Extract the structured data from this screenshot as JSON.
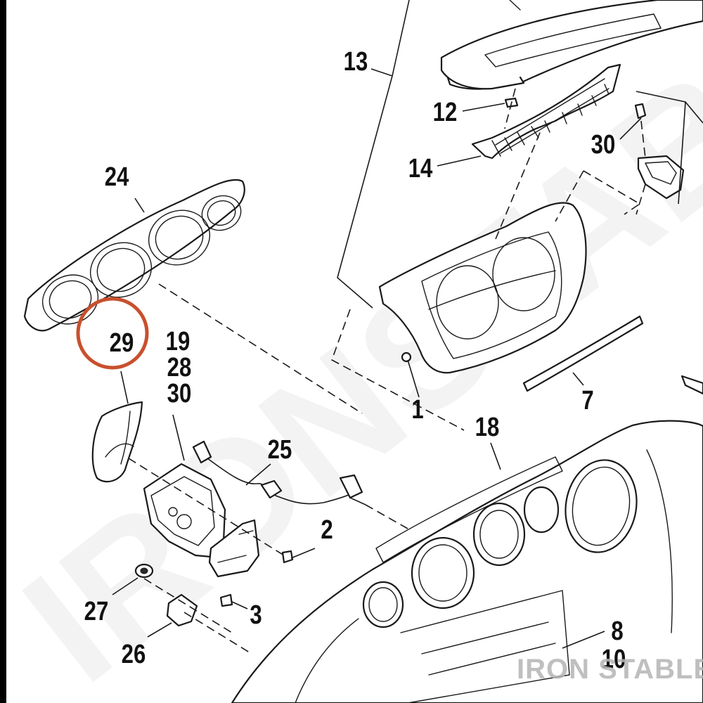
{
  "diagram": {
    "callouts": [
      "13",
      "12",
      "14",
      "30",
      "24",
      "29",
      "19",
      "28",
      "30",
      "1",
      "7",
      "18",
      "25",
      "2",
      "27",
      "3",
      "26",
      "8",
      "10"
    ],
    "highlight_color": "#c8502d",
    "watermark_text": "IRONSTABLE",
    "brand_mark_text": "IRON STABLE"
  }
}
